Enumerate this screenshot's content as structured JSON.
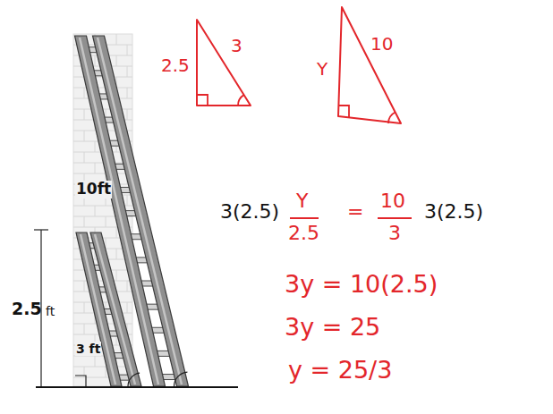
{
  "diagram": {
    "labels": [
      "2.5",
      "3",
      "Y",
      "10",
      "10ft",
      "3(2.5)",
      "Y",
      "2.5",
      "=",
      "10",
      "3",
      "3(2.5)",
      "2.5",
      "ft",
      "3 ft",
      "3y = 10(2.5)",
      "3y = 25",
      "y = 25/3"
    ]
  }
}
